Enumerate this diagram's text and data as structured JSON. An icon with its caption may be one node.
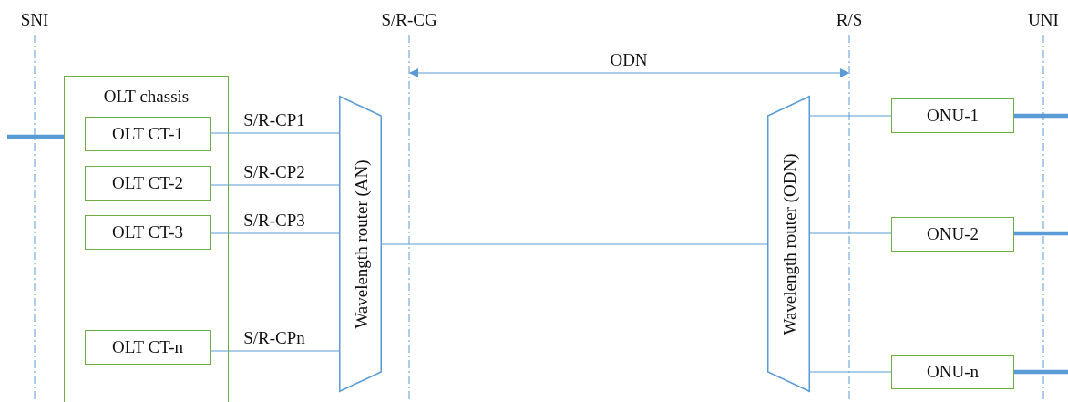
{
  "diagram": {
    "nodes": [
      {
        "text": [
          "OLT chassis"
        ]
      },
      {
        "text": [
          "OLT CT-1"
        ],
        "in": 0
      },
      {
        "text": [
          "OLT CT-2"
        ],
        "in": 0
      },
      {
        "text": [
          "OLT CT-3"
        ],
        "in": 0
      },
      {
        "text": [
          "OLT CT-n"
        ],
        "in": 0
      },
      {
        "text": [
          "Wavelength router (AN)"
        ]
      },
      {
        "text": [
          "Wavelength router (ODN)"
        ]
      },
      {
        "text": [
          "ONU-1"
        ]
      },
      {
        "text": [
          "ONU-2"
        ]
      },
      {
        "text": [
          "ONU-n"
        ]
      }
    ],
    "edges": [
      {
        "from": null,
        "to": 0,
        "arrow": "none",
        "style": "thick"
      },
      {
        "from": 1,
        "to": 5,
        "arrow": "none",
        "label": "S/R-CP1"
      },
      {
        "from": 2,
        "to": 5,
        "arrow": "none",
        "label": "S/R-CP2"
      },
      {
        "from": 3,
        "to": 5,
        "arrow": "none",
        "label": "S/R-CP3"
      },
      {
        "from": 4,
        "to": 5,
        "arrow": "none",
        "label": "S/R-CPn"
      },
      {
        "from": 5,
        "to": 6,
        "arrow": "none"
      },
      {
        "from": 6,
        "to": 7,
        "arrow": "none"
      },
      {
        "from": 6,
        "to": 8,
        "arrow": "none"
      },
      {
        "from": 6,
        "to": 9,
        "arrow": "none"
      },
      {
        "from": 7,
        "to": null,
        "arrow": "none",
        "style": "thick"
      },
      {
        "from": 8,
        "to": null,
        "arrow": "none",
        "style": "thick"
      },
      {
        "from": 9,
        "to": null,
        "arrow": "none",
        "style": "thick"
      }
    ],
    "labels": [
      "SNI",
      "S/R-CG",
      "R/S",
      "UNI",
      "ODN"
    ]
  }
}
